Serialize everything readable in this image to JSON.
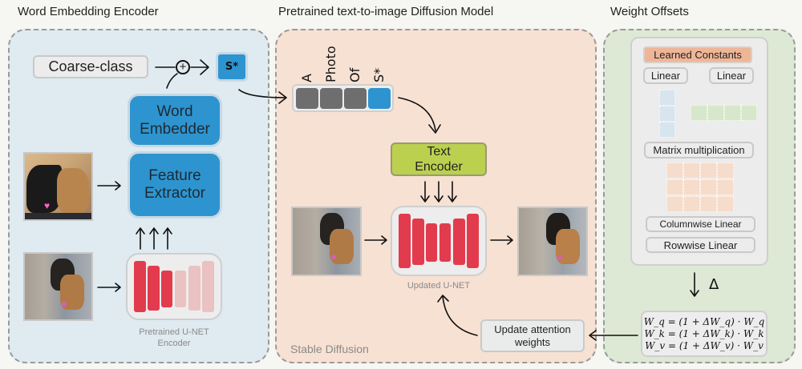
{
  "sections": {
    "left_title": "Word Embedding Encoder",
    "middle_title": "Pretrained text-to-image Diffusion Model",
    "right_title": "Weight Offsets"
  },
  "left": {
    "coarse_class": "Coarse-class",
    "plus_symbol": "+",
    "s_star": "S*",
    "word_embedder": "Word Embedder",
    "feature_extractor": "Feature Extractor",
    "unet_caption": "Pretrained U-NET Encoder"
  },
  "middle": {
    "tokens": [
      {
        "label": "A",
        "color": "#6e6e6e"
      },
      {
        "label": "Photo",
        "color": "#6e6e6e"
      },
      {
        "label": "Of",
        "color": "#6e6e6e"
      },
      {
        "label": "S*",
        "color": "#2e94d0"
      }
    ],
    "text_encoder": "Text Encoder",
    "unet_caption": "Updated U-NET",
    "update_attention": "Update attention weights",
    "stable_diffusion": "Stable Diffusion"
  },
  "right": {
    "learned_constants": "Learned Constants",
    "linear_left": "Linear",
    "linear_right": "Linear",
    "matrix_multiplication": "Matrix multiplication",
    "columnwise_linear": "Columnwise Linear",
    "rowwise_linear": "Rowwise Linear",
    "delta_symbol": "Δ",
    "equations": [
      "W_q = (1 + ΔW_q) · W_q",
      "W_k = (1 + ΔW_k) · W_k",
      "W_v = (1 + ΔW_v) · W_v"
    ]
  },
  "colors": {
    "left_panel": "#dfeaf1",
    "middle_panel": "#f7e1d3",
    "right_panel": "#dde9d4",
    "blue_block": "#2e94d0",
    "text_encoder": "#bcd04f",
    "unet_red": "#e23b4e",
    "unet_pale": "#e9c2c1",
    "learned_constants": "#efb597"
  }
}
